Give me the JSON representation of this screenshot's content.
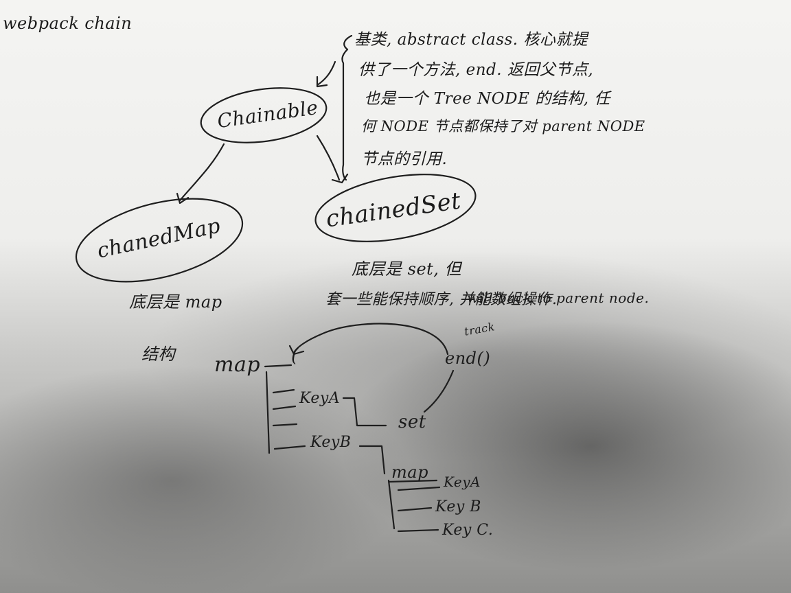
{
  "title": "webpack chain",
  "nodes": {
    "chainable": "Chainable",
    "chained_map": "chanedMap",
    "chained_set": "chainedSet"
  },
  "notes": {
    "chainable_note": [
      "基类, abstract class. 核心就提",
      "供了一个方法, end. 返回父节点,",
      "也是一个 Tree NODE 的结构, 任",
      "何 NODE 节点都保持了对 parent NODE",
      "节点的引用."
    ],
    "map_note": "底层是 map",
    "set_note": [
      "底层是 set, 但",
      "套一些能保持顺序, 并能数组操作."
    ],
    "back_note": "will back to parent node.",
    "track_note": "track"
  },
  "structure": {
    "heading": "结构",
    "map": "map",
    "paren_open": "(",
    "end_call": "end()",
    "key_a": "KeyA",
    "set": "set",
    "key_b": "KeyB",
    "nested_map": "map",
    "nested_keys": [
      "KeyA",
      "Key B",
      "Key C."
    ]
  }
}
